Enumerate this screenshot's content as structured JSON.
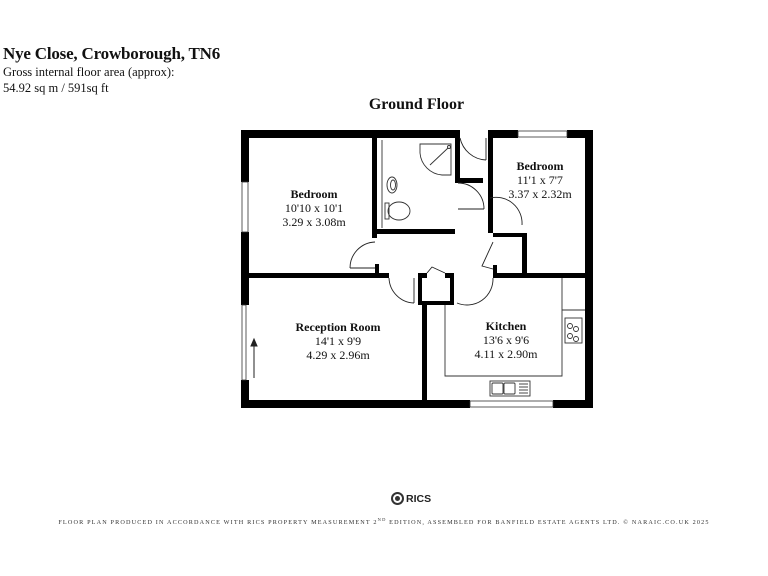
{
  "header": {
    "title": "Nye Close, Crowborough, TN6",
    "area_label": "Gross internal floor area (approx):",
    "area_value": "54.92 sq m / 591sq ft"
  },
  "floor": {
    "title": "Ground Floor"
  },
  "rooms": [
    {
      "name": "Bedroom",
      "imperial": "10'10 x 10'1",
      "metric": "3.29 x 3.08m"
    },
    {
      "name": "Bedroom",
      "imperial": "11'1 x 7'7",
      "metric": "3.37 x 2.32m"
    },
    {
      "name": "Reception Room",
      "imperial": "14'1 x 9'9",
      "metric": "4.29 x 2.96m"
    },
    {
      "name": "Kitchen",
      "imperial": "13'6 x 9'6",
      "metric": "4.11 x 2.90m"
    }
  ],
  "logo": {
    "text": "RICS"
  },
  "footer": {
    "text_before": "FLOOR PLAN PRODUCED IN ACCORDANCE WITH RICS PROPERTY MEASUREMENT 2",
    "superscript": "ND",
    "text_after": " EDITION, ASSEMBLED FOR BANFIELD ESTATE AGENTS LTD. © NARAIC.CO.UK 2025"
  },
  "colors": {
    "wall": "#000000",
    "line": "#333333",
    "background": "#ffffff"
  }
}
